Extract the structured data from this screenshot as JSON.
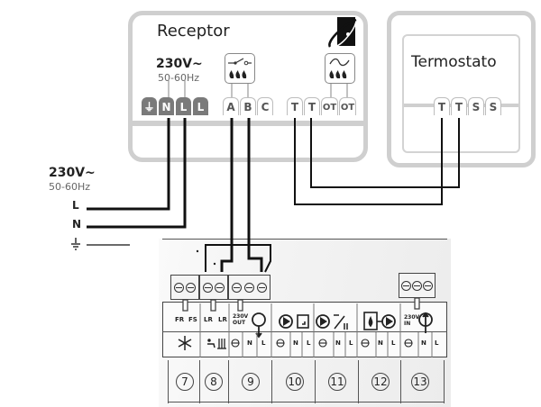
{
  "receptor": {
    "title": "Receptor",
    "voltage": "230V~",
    "frequency": "50-60Hz",
    "terminals": [
      "⏚",
      "N",
      "L",
      "L",
      "A",
      "B",
      "C",
      "T",
      "T",
      "OT",
      "OT"
    ],
    "relay_symbol": "switch-contact-icon",
    "opentherm_symbol": "ac-wave-icon"
  },
  "thermostat": {
    "title": "Termostato",
    "terminals": [
      "T",
      "T",
      "S",
      "S"
    ]
  },
  "mains": {
    "voltage": "230V~",
    "frequency": "50-60Hz",
    "lines": [
      "L",
      "N",
      "⏚"
    ]
  },
  "boiler_panel": {
    "labels_row1": [
      "FR",
      "FS",
      "LR",
      "LR",
      "230V OUT"
    ],
    "labels_row2_9": [
      "N",
      "L"
    ],
    "pin_labels": [
      "N",
      "L",
      "N",
      "L",
      "N",
      "L",
      "N",
      "L"
    ],
    "in_label": "230V IN",
    "groups": [
      "7",
      "8",
      "9",
      "10",
      "11",
      "12",
      "13"
    ]
  }
}
